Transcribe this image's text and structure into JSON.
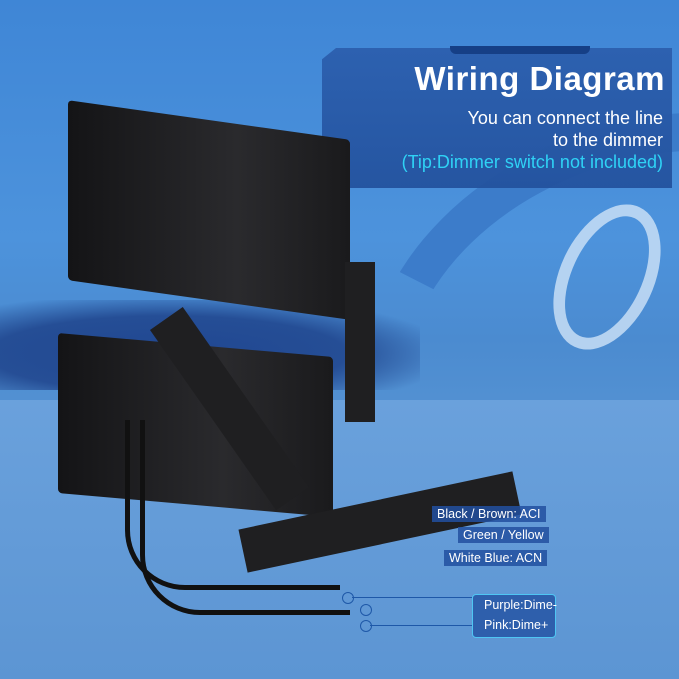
{
  "header": {
    "title": "Wiring Diagram",
    "subtitle_line1": "You can connect the line",
    "subtitle_line2": "to the dimmer",
    "tip": "(Tip:Dimmer switch not included)"
  },
  "wire_labels": [
    {
      "label": "Black / Brown: ACI"
    },
    {
      "label": "Green / Yellow"
    },
    {
      "label": "White Blue: ACN"
    }
  ],
  "dimmer_labels": [
    {
      "label": "Purple:Dime-"
    },
    {
      "label": "Pink:Dime+"
    }
  ],
  "colors": {
    "background": "#4b8bd0",
    "panel": "#23529e",
    "tip_text": "#2fd2f5",
    "label_bg": "#2250a0",
    "dimmer_border": "#4fc6f3"
  }
}
